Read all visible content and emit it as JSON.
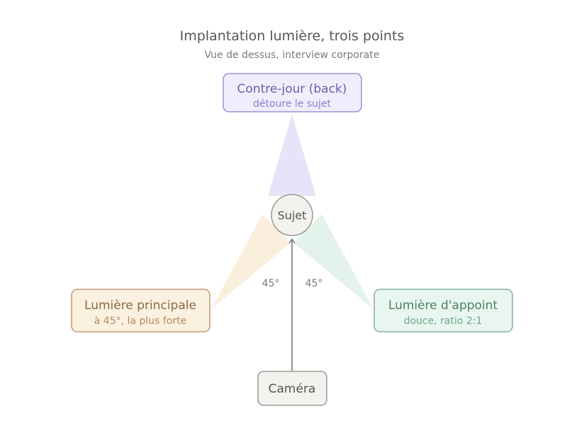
{
  "header": {
    "title": "Implantation lumière, trois points",
    "subtitle": "Vue de dessus, interview corporate"
  },
  "nodes": {
    "back": {
      "label": "Contre-jour (back)",
      "sublabel": "détoure le sujet"
    },
    "subject": {
      "label": "Sujet"
    },
    "key": {
      "label": "Lumière principale",
      "sublabel": "à 45°, la plus forte"
    },
    "fill": {
      "label": "Lumière d'appoint",
      "sublabel": "douce, ratio 2:1"
    },
    "camera": {
      "label": "Caméra"
    }
  },
  "angles": {
    "left": "45°",
    "right": "45°"
  },
  "colors": {
    "back_fill": "#f0eefc",
    "back_stroke": "#8a7fcf",
    "back_text": "#6a5ea8",
    "back_beam": "#e6e4f8",
    "key_fill": "#fbf1e1",
    "key_stroke": "#b48a5c",
    "key_text": "#8a6a40",
    "key_beam": "#faeedd",
    "fill_fill": "#e9f6f0",
    "fill_stroke": "#6fa58c",
    "fill_text": "#4f7f66",
    "fill_beam": "#e3f2ea",
    "neutral_fill": "#f3f2ee",
    "neutral_stroke": "#8c8a86",
    "neutral_text": "#555555",
    "title": "#555555",
    "subtitle": "#7a7a7a",
    "arrow": "#7a7a7a"
  }
}
